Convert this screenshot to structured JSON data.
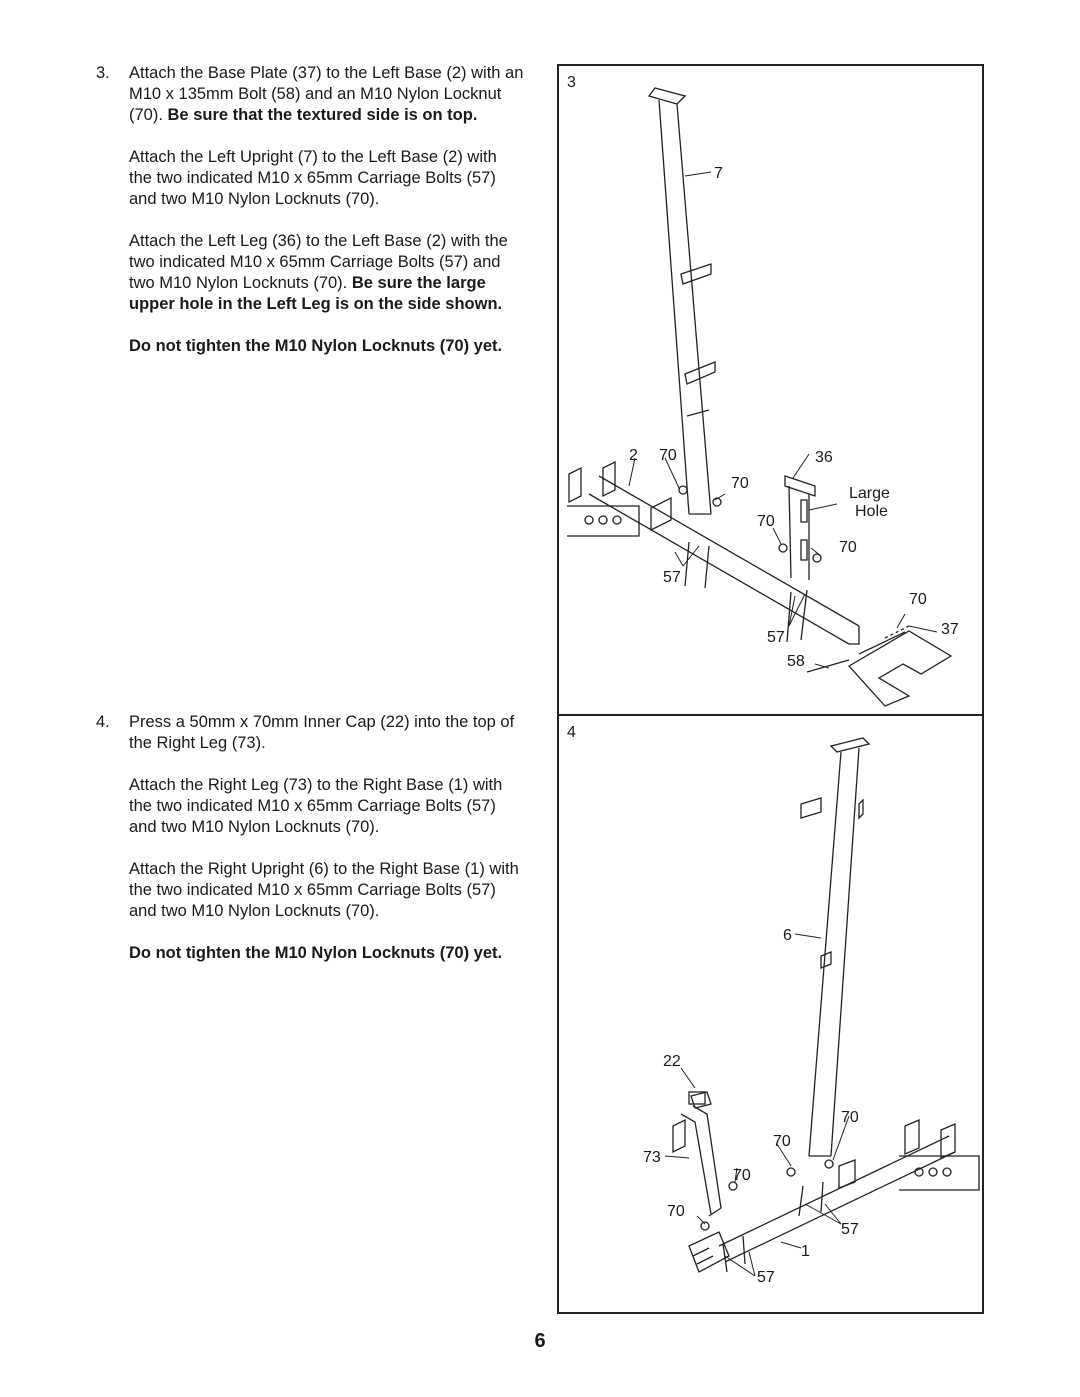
{
  "step3": {
    "number": "3.",
    "p1_text": "Attach the Base Plate (37) to the Left Base (2) with an M10 x 135mm Bolt (58) and an M10 Nylon Locknut (70). ",
    "p1_bold": "Be sure that the textured side is on top.",
    "p2_text": "Attach the Left Upright (7) to the Left Base (2) with the two indicated M10 x 65mm Carriage Bolts (57) and two M10 Nylon Locknuts (70).",
    "p3_text": "Attach the Left Leg (36) to the Left Base (2) with the two indicated M10 x 65mm Carriage Bolts (57) and two M10 Nylon Locknuts (70). ",
    "p3_bold": "Be sure the large upper hole in the Left Leg is on the side shown.",
    "p4_bold": "Do not tighten the M10 Nylon Locknuts (70) yet."
  },
  "step4": {
    "number": "4.",
    "p1_text": "Press a 50mm x 70mm Inner Cap (22) into the top of the Right Leg (73).",
    "p2_text": "Attach the Right Leg (73) to the Right Base (1) with the two indicated M10 x 65mm Carriage Bolts (57) and two M10 Nylon Locknuts (70).",
    "p3_text": "Attach the Right Upright (6) to the Right Base (1) with the two indicated M10 x 65mm Carriage Bolts (57) and two M10 Nylon Locknuts (70).",
    "p4_bold": "Do not tighten the M10 Nylon Locknuts (70) yet."
  },
  "panel3": {
    "number": "3",
    "labels": {
      "upright": "7",
      "base": "2",
      "nut_a": "70",
      "leg": "36",
      "nut_b": "70",
      "large": "Large",
      "hole": "Hole",
      "nut_c": "70",
      "nut_d": "70",
      "bolt_a": "57",
      "nut_e": "70",
      "bolt_b": "57",
      "plate": "37",
      "bolt_long": "58"
    }
  },
  "panel4": {
    "number": "4",
    "labels": {
      "upright": "6",
      "cap": "22",
      "nut_a": "70",
      "nut_b": "70",
      "leg": "73",
      "nut_c": "70",
      "nut_d": "70",
      "bolt_a": "57",
      "base": "1",
      "bolt_b": "57"
    }
  },
  "page_number": "6"
}
